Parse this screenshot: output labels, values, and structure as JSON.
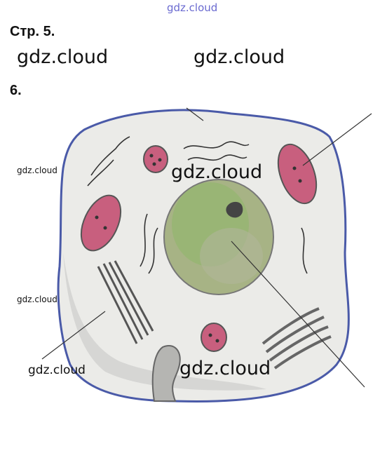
{
  "header": {
    "top_mark": "gdz.cloud",
    "page_label": "Стр. 5.",
    "task_number": "6."
  },
  "watermarks": {
    "row_left": "gdz.cloud",
    "row_right": "gdz.cloud",
    "cell_center": "gdz.cloud",
    "left_upper": "gdz.cloud",
    "left_middle": "gdz.cloud",
    "left_lower": "gdz.cloud",
    "bottom_center": "gdz.cloud"
  },
  "colors": {
    "membrane": "#4a5aa8",
    "cytoplasm": "#ececea",
    "nucleus": "#9fae7a",
    "organelle": "#c75a7a",
    "line": "#333333"
  }
}
